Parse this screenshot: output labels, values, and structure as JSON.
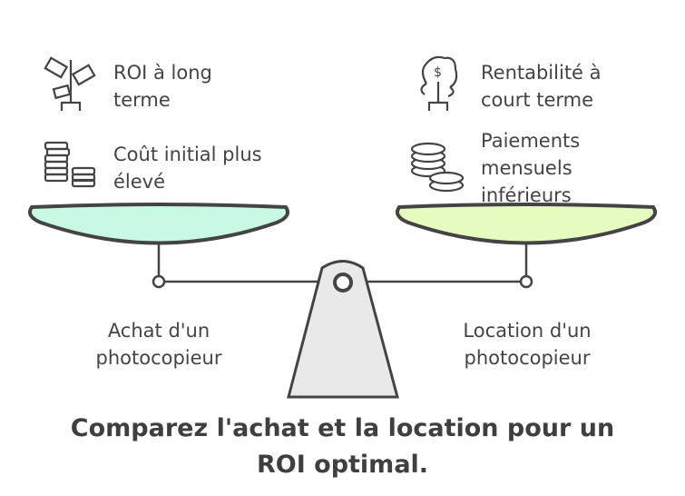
{
  "left": {
    "items": [
      {
        "icon": "money-plant-icon",
        "label_line1": "ROI à long",
        "label_line2": "terme"
      },
      {
        "icon": "coin-stacks-icon",
        "label_line1": "Coût initial plus",
        "label_line2": "élevé"
      }
    ],
    "option_line1": "Achat d'un",
    "option_line2": "photocopieur",
    "pan_color": "#c7f9e3"
  },
  "right": {
    "items": [
      {
        "icon": "dollar-tree-icon",
        "label_line1": "Rentabilité à",
        "label_line2": "court terme"
      },
      {
        "icon": "coins-icon",
        "label_line1": "Paiements",
        "label_line2": "mensuels",
        "label_line3": "inférieurs"
      }
    ],
    "option_line1": "Location d'un",
    "option_line2": "photocopieur",
    "pan_color": "#e5fbc0"
  },
  "title_line1": "Comparez l'achat et la location pour un",
  "title_line2": "ROI optimal."
}
